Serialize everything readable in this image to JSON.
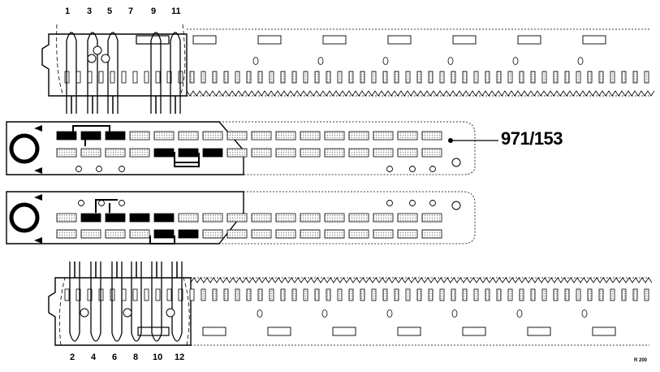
{
  "top_pins": [
    "1",
    "3",
    "5",
    "7",
    "9",
    "11"
  ],
  "bottom_pins": [
    "2",
    "4",
    "6",
    "8",
    "10",
    "12"
  ],
  "part_number": "971/153",
  "figure_ref": "R 200",
  "colors": {
    "ink": "#000000",
    "hatch": "#c8c8c8",
    "paper": "#ffffff"
  }
}
